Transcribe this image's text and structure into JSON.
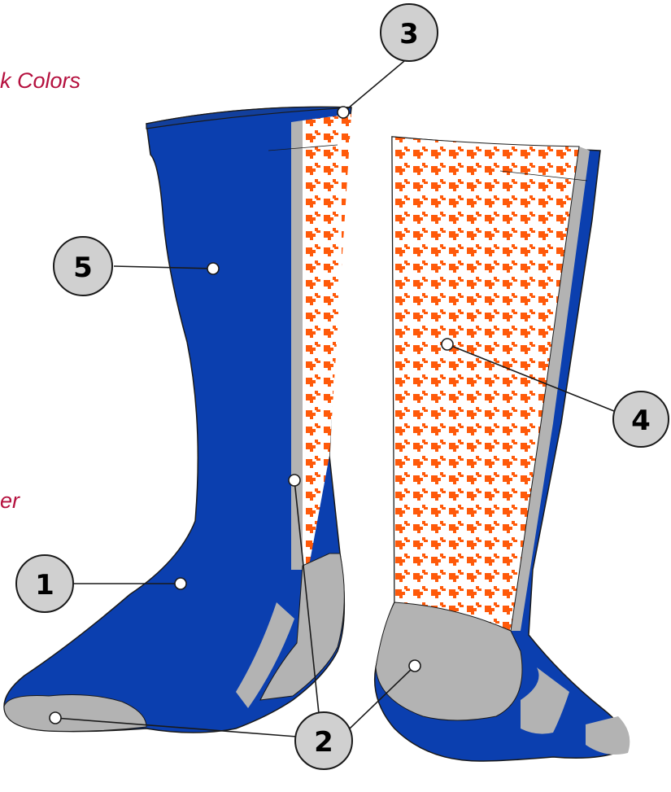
{
  "colors": {
    "royal": "#0B3FAF",
    "orange": "#FF5A0A",
    "gray": "#B3B3B3",
    "caption": "#B5113F",
    "outline": "#1a1a1a"
  },
  "captions": {
    "top": "k Colors",
    "side": "er"
  },
  "callouts": [
    {
      "id": "1",
      "label": "1",
      "part": "body"
    },
    {
      "id": "2",
      "label": "2",
      "part": "heel-toe-stripe"
    },
    {
      "id": "3",
      "label": "3",
      "part": "cuff-top"
    },
    {
      "id": "4",
      "label": "4",
      "part": "houndstooth-panel"
    },
    {
      "id": "5",
      "label": "5",
      "part": "leg"
    }
  ]
}
